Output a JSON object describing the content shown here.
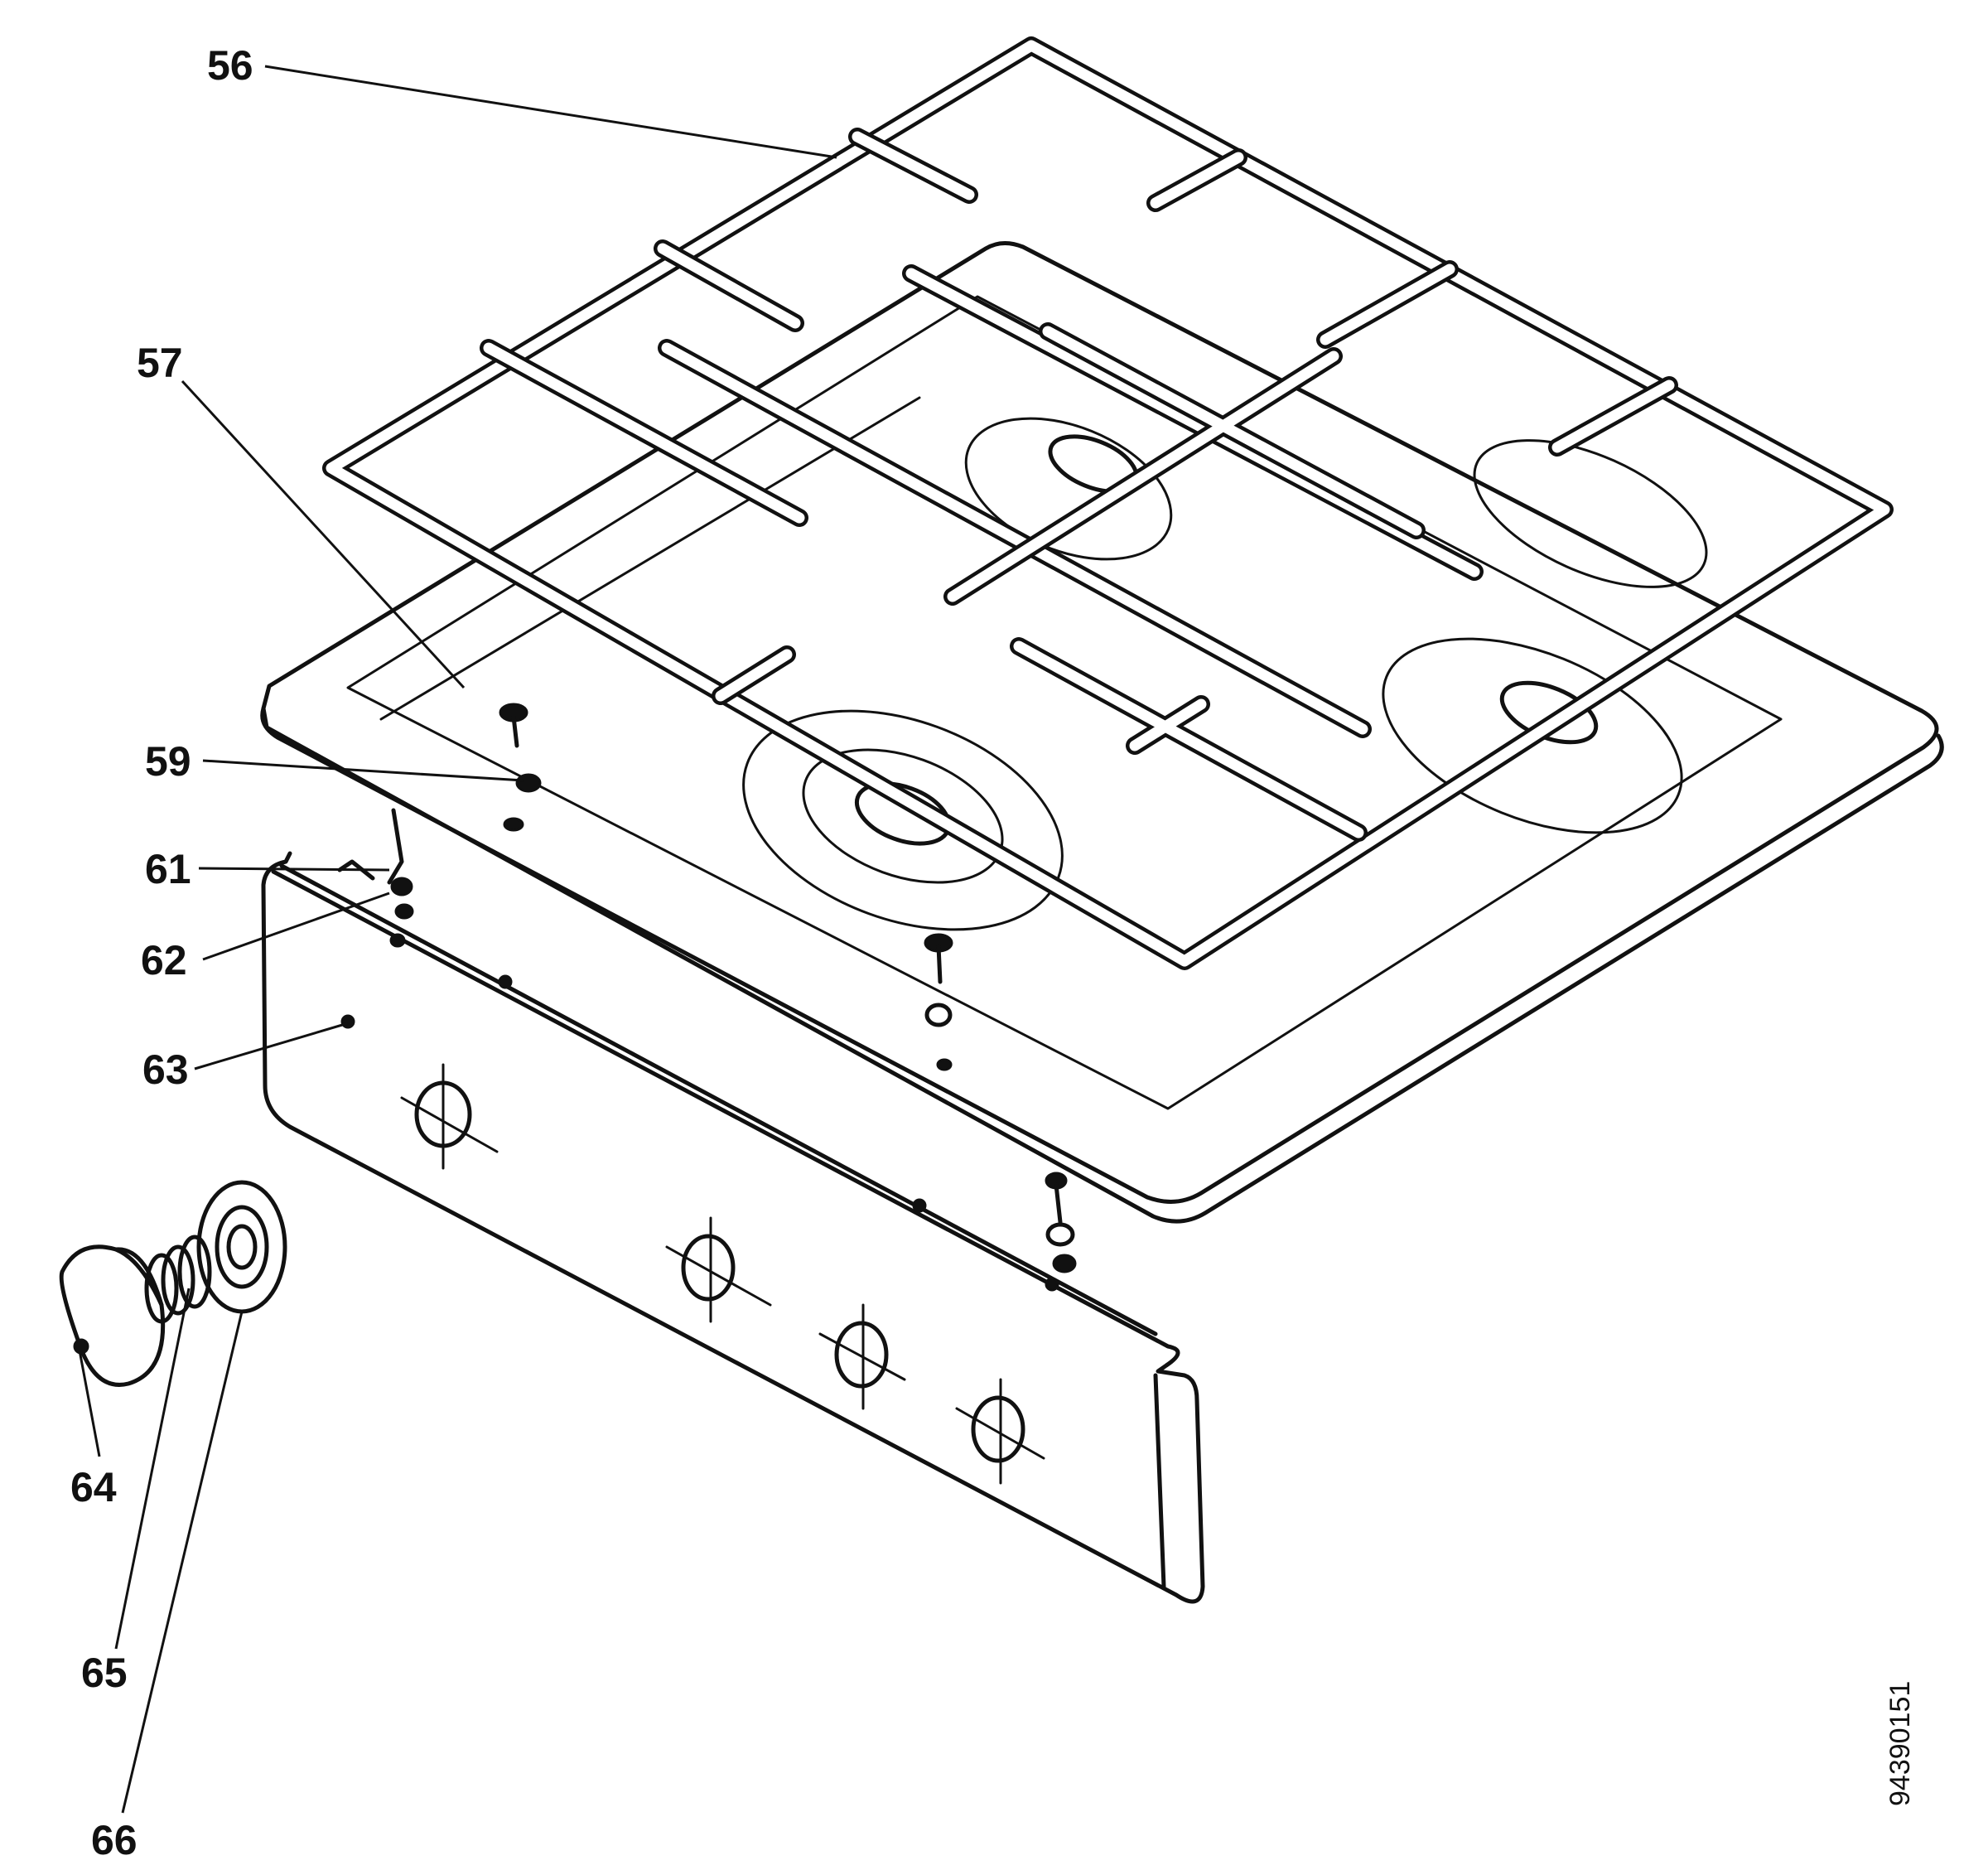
{
  "labels": [
    {
      "id": "56",
      "text": "56"
    },
    {
      "id": "57",
      "text": "57"
    },
    {
      "id": "59",
      "text": "59"
    },
    {
      "id": "61",
      "text": "61"
    },
    {
      "id": "62",
      "text": "62"
    },
    {
      "id": "63",
      "text": "63"
    },
    {
      "id": "64",
      "text": "64"
    },
    {
      "id": "65",
      "text": "65"
    },
    {
      "id": "66",
      "text": "66"
    }
  ],
  "drawing_code": "94390151",
  "colors": {
    "ink": "#111111",
    "paper": "#ffffff"
  }
}
